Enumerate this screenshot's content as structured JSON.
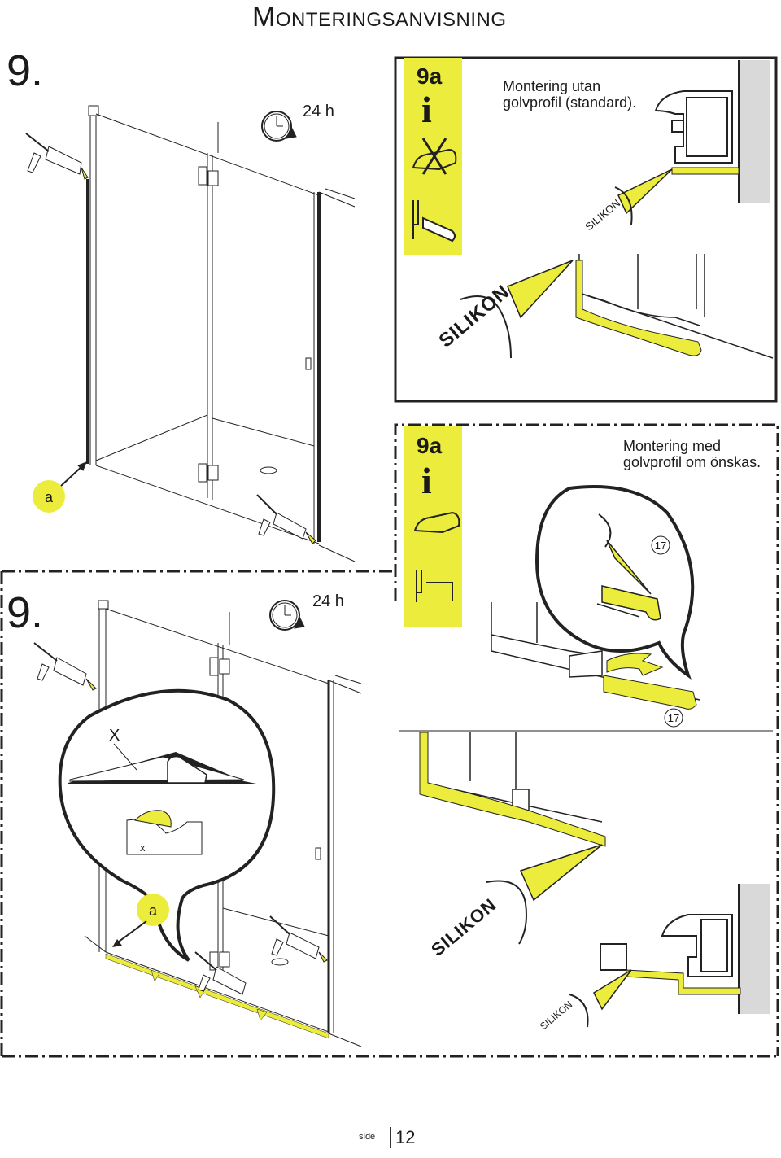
{
  "header": {
    "title": "Monteringsanvisning"
  },
  "top_section": {
    "step": "9.",
    "time": "24 h",
    "callout_a": "a",
    "panel": {
      "badge": "9a",
      "info": "i",
      "note_line1": "Montering utan",
      "note_line2": "golvprofil (standard).",
      "silikon_large": "SILIKON",
      "silikon_small": "SILIKON"
    }
  },
  "middle_panel": {
    "badge": "9a",
    "info": "i",
    "note_line1": "Montering med",
    "note_line2": "golvprofil om önskas.",
    "part_number_1": "17",
    "part_number_2": "17",
    "silikon_large": "SILIKON",
    "silikon_small": "SILIKON"
  },
  "bottom_section": {
    "step": "9.",
    "time": "24 h",
    "detail_X": "X",
    "detail_x": "x",
    "callout_a": "a"
  },
  "footer": {
    "label": "side",
    "page": "12"
  },
  "colors": {
    "highlight": "#ecec3c",
    "ink": "#1a1a1a",
    "wall": "#d9d9d9"
  }
}
